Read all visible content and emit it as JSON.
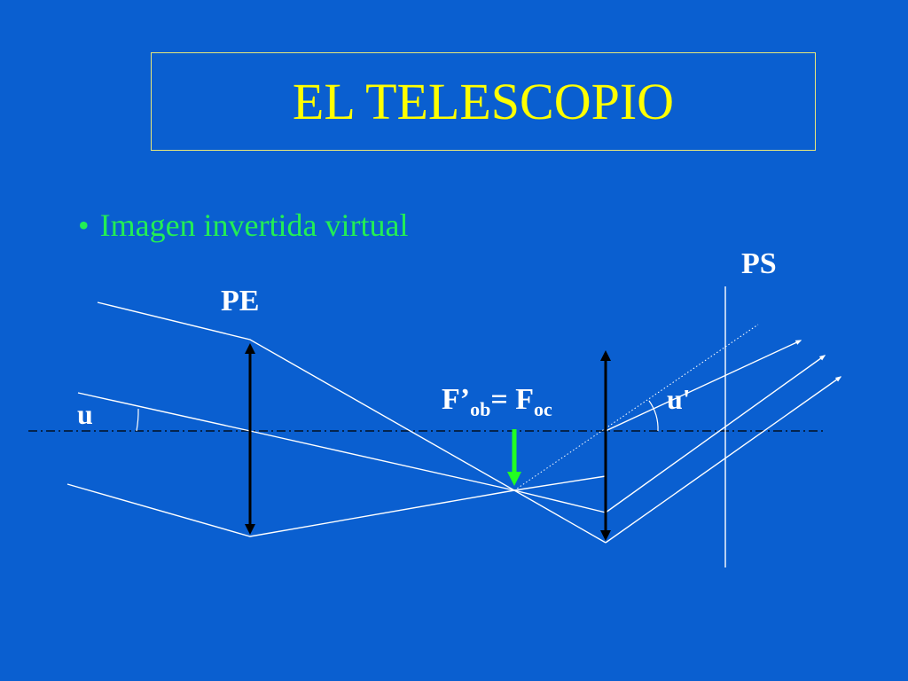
{
  "slide": {
    "title": "EL TELESCOPIO",
    "bullet": "Imagen invertida virtual"
  },
  "diagram": {
    "labels": {
      "objective_plane": "PE",
      "exit_plane": "PS",
      "angle_in": "u",
      "angle_out": "u'",
      "focus_main": "F’",
      "focus_sub1": "ob",
      "focus_eq": "= F",
      "focus_sub2": "oc"
    },
    "colors": {
      "background": "#0a5fd0",
      "title": "#ffff00",
      "bullet": "#22ee55",
      "rays": "#ffffff",
      "lenses": "#000000",
      "image_arrow": "#22ff22"
    }
  }
}
